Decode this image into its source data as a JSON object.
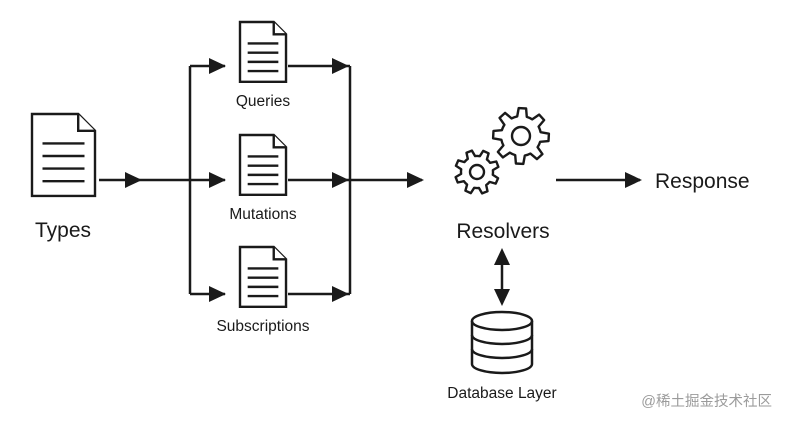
{
  "nodes": {
    "types": "Types",
    "queries": "Queries",
    "mutations": "Mutations",
    "subscriptions": "Subscriptions",
    "resolvers": "Resolvers",
    "response": "Response",
    "database": "Database Layer"
  },
  "icons": {
    "types": "document-icon",
    "queries": "document-icon",
    "mutations": "document-icon",
    "subscriptions": "document-icon",
    "resolvers": "gears-icon",
    "database": "database-cylinder-icon",
    "arrowheads": "solid-triangle-arrowhead"
  },
  "edges": [
    {
      "from": "types",
      "to": "queries"
    },
    {
      "from": "types",
      "to": "mutations"
    },
    {
      "from": "types",
      "to": "subscriptions"
    },
    {
      "from": "queries",
      "to": "resolvers"
    },
    {
      "from": "mutations",
      "to": "resolvers"
    },
    {
      "from": "subscriptions",
      "to": "resolvers"
    },
    {
      "from": "resolvers",
      "to": "response"
    },
    {
      "from": "resolvers",
      "to": "database",
      "bidirectional": true
    }
  ],
  "watermark": "@稀土掘金技术社区",
  "colors": {
    "background": "#ffffff",
    "line": "#1a1a1a",
    "watermark": "#9b9b9b"
  }
}
